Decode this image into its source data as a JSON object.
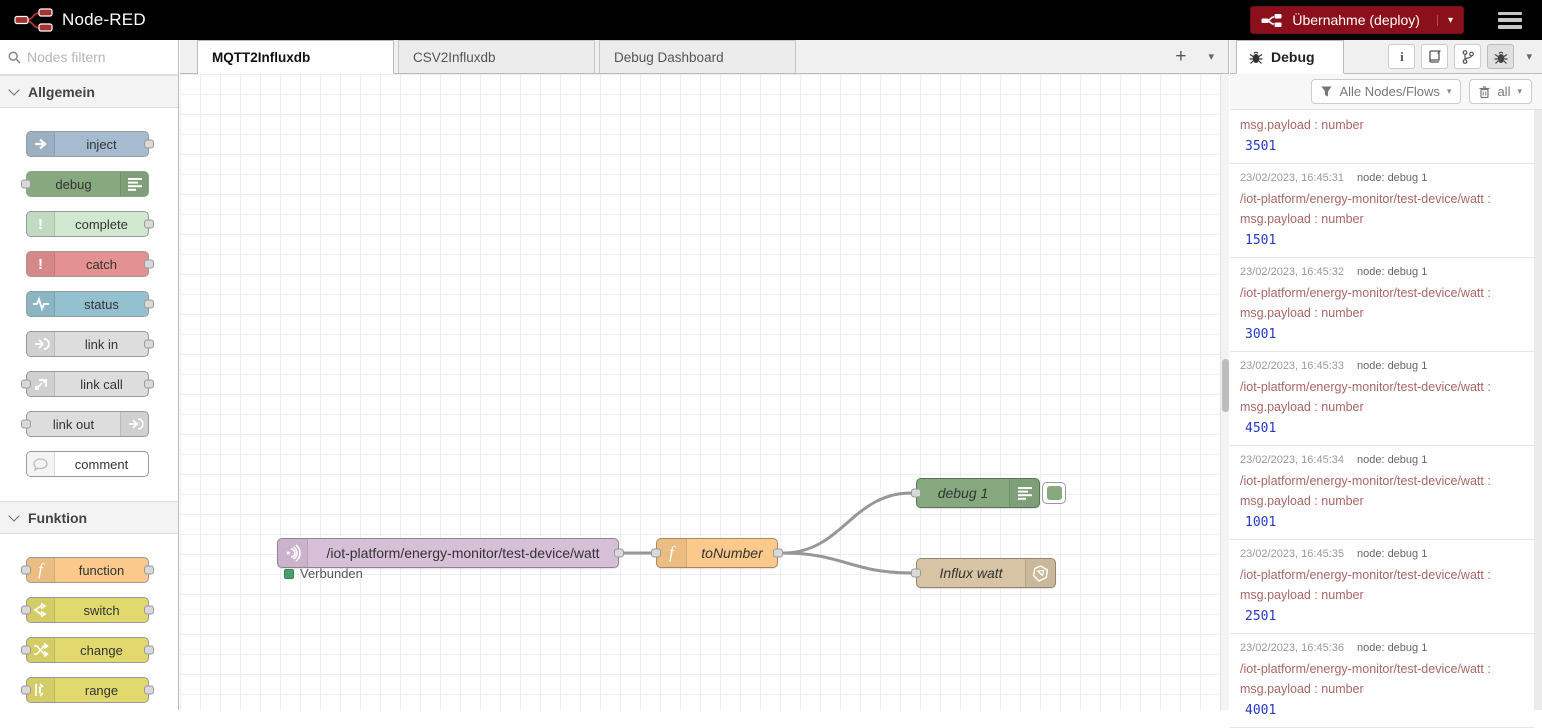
{
  "header": {
    "app_title": "Node-RED",
    "deploy_label": "Übernahme (deploy)"
  },
  "palette": {
    "search_placeholder": "Nodes filtern",
    "sections": [
      {
        "label": "Allgemein",
        "nodes": [
          {
            "label": "inject"
          },
          {
            "label": "debug"
          },
          {
            "label": "complete"
          },
          {
            "label": "catch"
          },
          {
            "label": "status"
          },
          {
            "label": "link in"
          },
          {
            "label": "link call"
          },
          {
            "label": "link out"
          },
          {
            "label": "comment"
          }
        ]
      },
      {
        "label": "Funktion",
        "nodes": [
          {
            "label": "function"
          },
          {
            "label": "switch"
          },
          {
            "label": "change"
          },
          {
            "label": "range"
          }
        ]
      }
    ]
  },
  "workspace": {
    "tabs": [
      {
        "label": "MQTT2Influxdb",
        "active": true
      },
      {
        "label": "CSV2Influxdb",
        "active": false
      },
      {
        "label": "Debug Dashboard",
        "active": false
      }
    ],
    "add_tab_label": "+",
    "flow": {
      "mqtt_node": {
        "label": "/iot-platform/energy-monitor/test-device/watt",
        "status": "Verbunden"
      },
      "function_node": {
        "label": "toNumber"
      },
      "debug_node": {
        "label": "debug 1"
      },
      "influx_node": {
        "label": "Influx watt"
      }
    }
  },
  "debug_sidebar": {
    "tab_label": "Debug",
    "filter_button": "Alle Nodes/Flows",
    "clear_button": "all",
    "messages": [
      {
        "payload_meta": "msg.payload : number",
        "value": "3501"
      },
      {
        "time": "23/02/2023, 16:45:31",
        "node": "node: debug 1",
        "topic": "/iot-platform/energy-monitor/test-device/watt :",
        "payload_meta": "msg.payload : number",
        "value": "1501"
      },
      {
        "time": "23/02/2023, 16:45:32",
        "node": "node: debug 1",
        "topic": "/iot-platform/energy-monitor/test-device/watt :",
        "payload_meta": "msg.payload : number",
        "value": "3001"
      },
      {
        "time": "23/02/2023, 16:45:33",
        "node": "node: debug 1",
        "topic": "/iot-platform/energy-monitor/test-device/watt :",
        "payload_meta": "msg.payload : number",
        "value": "4501"
      },
      {
        "time": "23/02/2023, 16:45:34",
        "node": "node: debug 1",
        "topic": "/iot-platform/energy-monitor/test-device/watt :",
        "payload_meta": "msg.payload : number",
        "value": "1001"
      },
      {
        "time": "23/02/2023, 16:45:35",
        "node": "node: debug 1",
        "topic": "/iot-platform/energy-monitor/test-device/watt :",
        "payload_meta": "msg.payload : number",
        "value": "2501"
      },
      {
        "time": "23/02/2023, 16:45:36",
        "node": "node: debug 1",
        "topic": "/iot-platform/energy-monitor/test-device/watt :",
        "payload_meta": "msg.payload : number",
        "value": "4001"
      }
    ]
  },
  "colors": {
    "deploy_red": "#8C101C",
    "node_inject": "#a6bbcf",
    "node_debug": "#87a980",
    "node_complete": "#cfe8cf",
    "node_catch": "#e49191",
    "node_status": "#94c1d0",
    "node_link": "#dddddd",
    "node_function": "#fbc98c",
    "node_switch": "#e2d96e",
    "node_mqtt": "#d8bfd8",
    "node_influx": "#d7c4a4",
    "status_connected_green": "#47a165",
    "debug_value_blue": "#2536cc",
    "debug_topic_red": "#aa6666"
  }
}
